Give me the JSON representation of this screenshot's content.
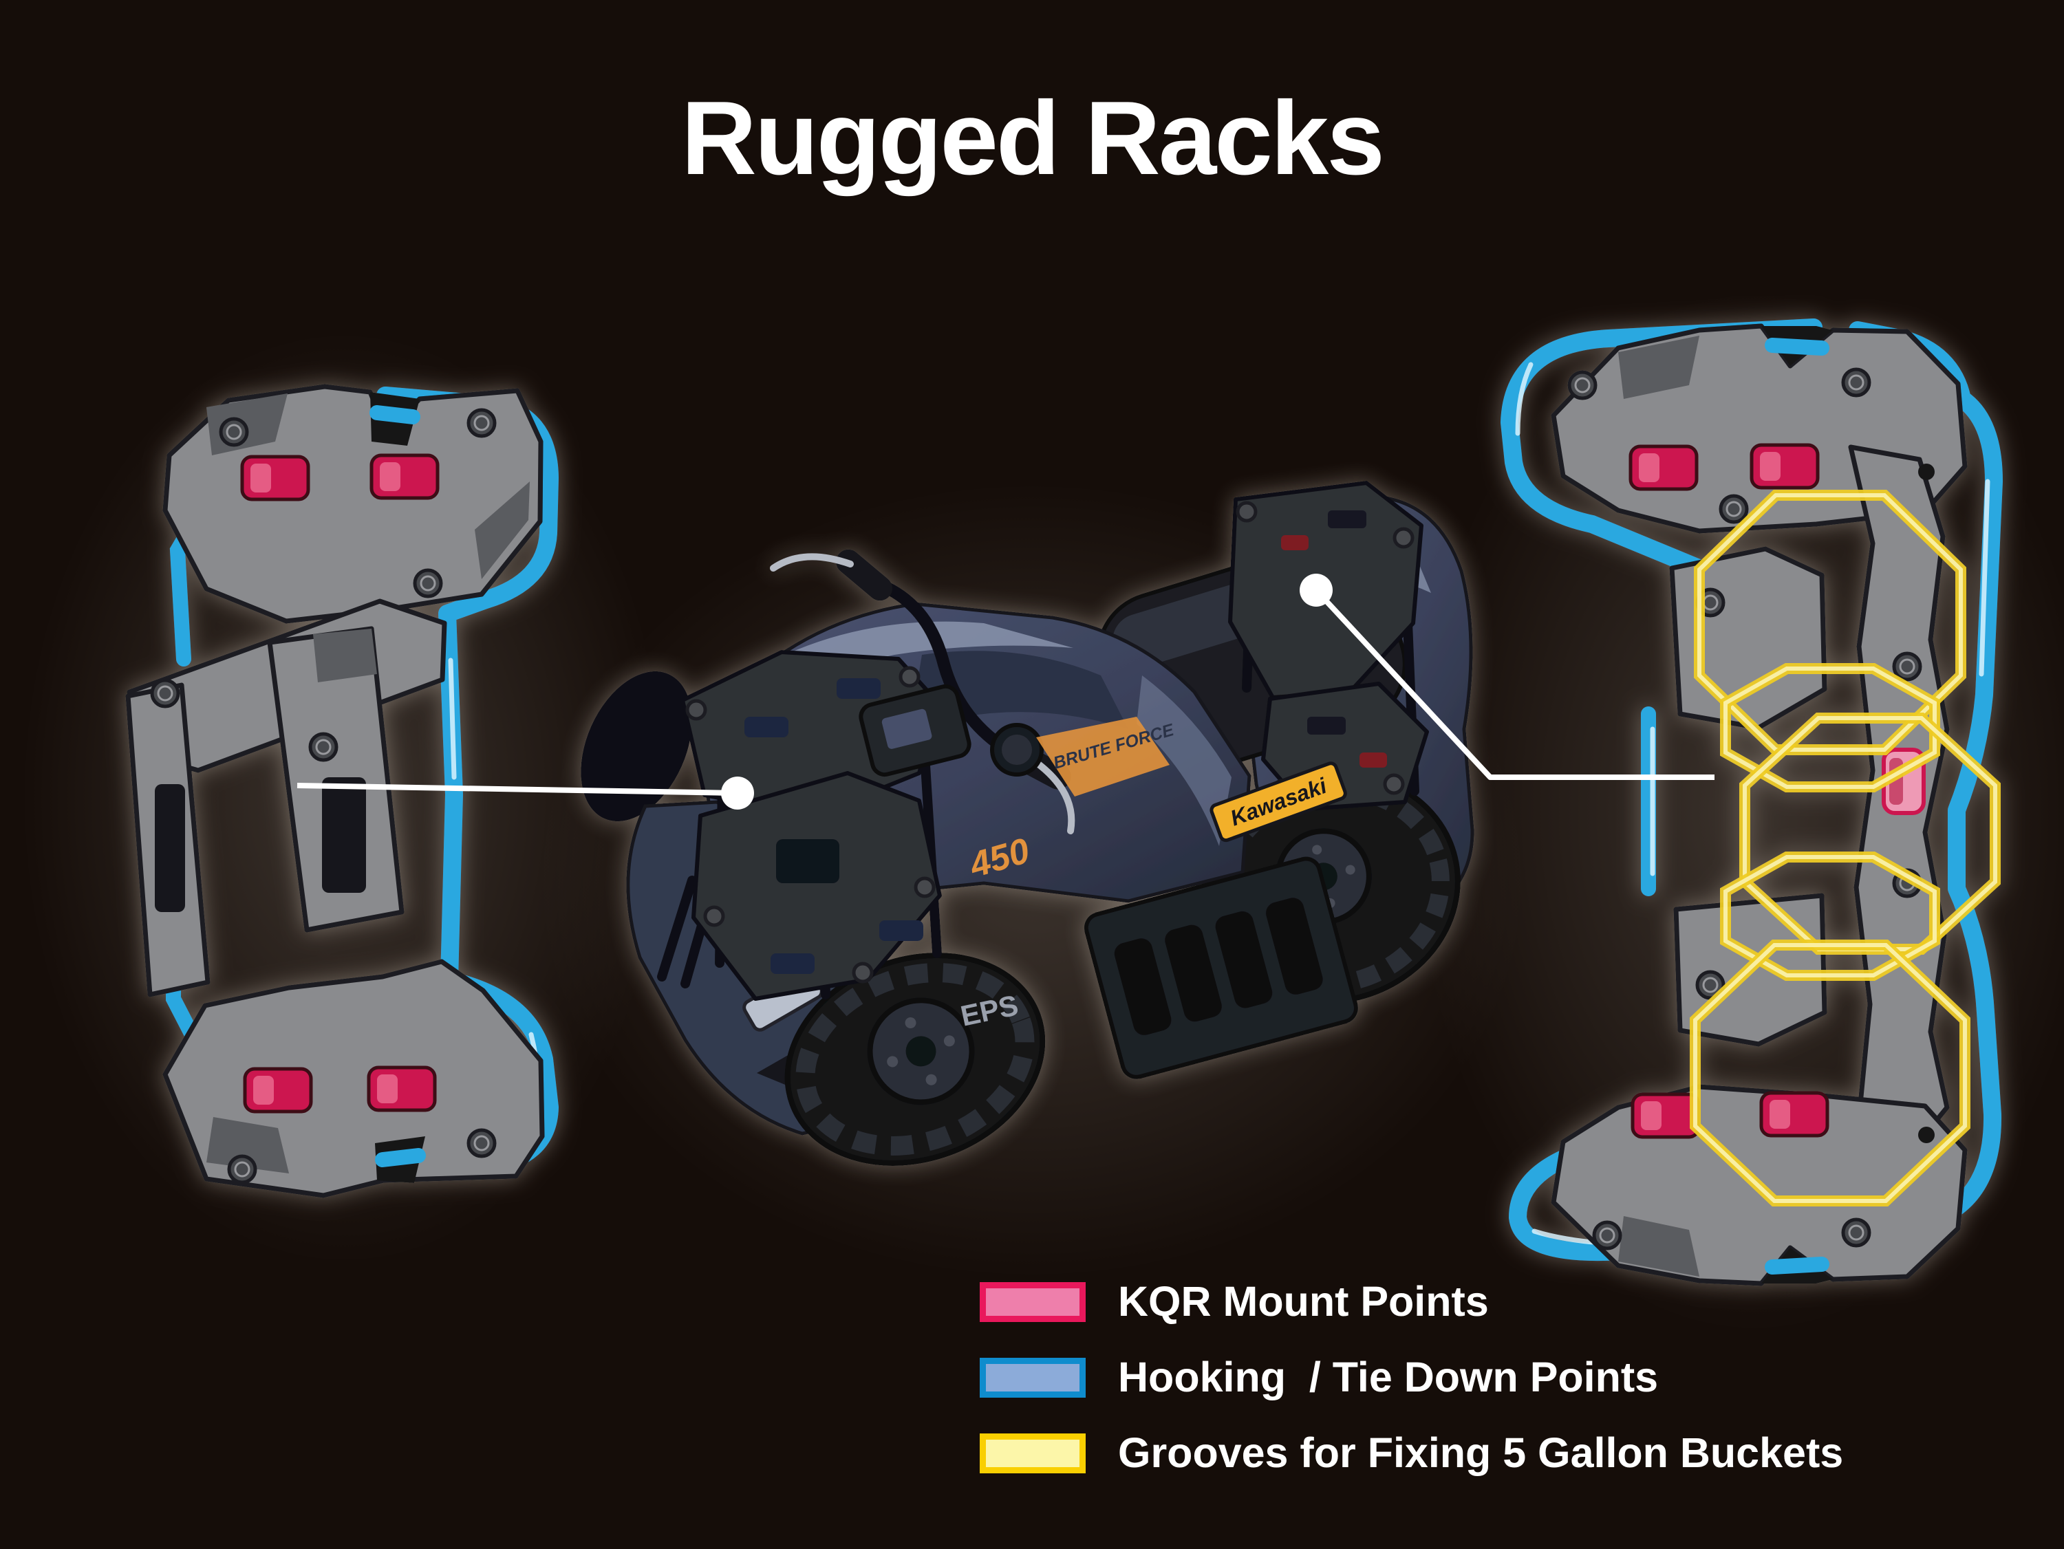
{
  "title": "Rugged Racks",
  "legend": {
    "items": [
      {
        "id": "kqr",
        "label": "KQR Mount Points",
        "fill": "#ee7fab",
        "border": "#e9185c"
      },
      {
        "id": "hooking",
        "label": "Hooking  / Tie Down Points",
        "fill": "#8cabd9",
        "border": "#0f8ccd"
      },
      {
        "id": "grooves",
        "label": "Grooves for Fixing 5 Gallon Buckets",
        "fill": "#fcf6a9",
        "border": "#f9cf01"
      }
    ]
  },
  "vehicle": {
    "decals": {
      "brand": "Kawasaki",
      "model": "450",
      "series": "BRUTE FORCE",
      "steering": "EPS"
    }
  },
  "colors": {
    "bg": "#150d09",
    "title_text": "#ffffff",
    "tube": "#29a8e0",
    "tube_hi": "#d9f2fd",
    "plate": "#8a8b8e",
    "plate_dark": "#5a5b60",
    "plate_edge": "#1d1e22",
    "pad_red": "#cc1750",
    "pad_red_light": "#e8638a",
    "pad_pink": "#ee9ab5",
    "pad_outline": "#3c0a18",
    "oct_yellow": "#eecb24",
    "oct_yellow_light": "#fbf3b0",
    "body_navy": "#3a415a",
    "body_navy_dark": "#262b3c",
    "body_sheen": "#8a94ad",
    "seat_black": "#1a1c21",
    "tire_black": "#151619",
    "decal_orange": "#e2923c",
    "badge_yellow": "#f2b02a",
    "callout_white": "#ffffff"
  }
}
